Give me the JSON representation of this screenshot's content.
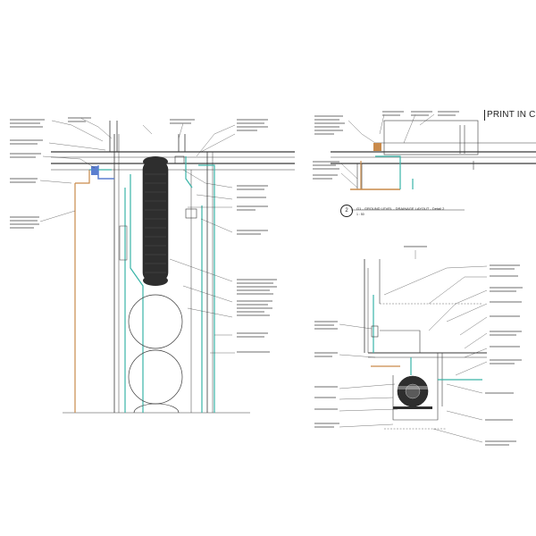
{
  "header": {
    "print_notice": "PRINT IN COLOU"
  },
  "section": {
    "number": "2",
    "title": "G1 - GROUND LEVEL - DRAINAGE LAYOUT - Detail 2",
    "scale": "1 : 50"
  },
  "colors": {
    "line": "#3a3a3a",
    "water_pipe": "#3ab5a8",
    "drainage_pipe": "#c98a4a",
    "vent_pipe": "#5b7fd0",
    "tank_fill": "#2e2e2e"
  },
  "icons": [
    "section-marker-icon",
    "pipe-valve-icon",
    "pump-icon"
  ]
}
